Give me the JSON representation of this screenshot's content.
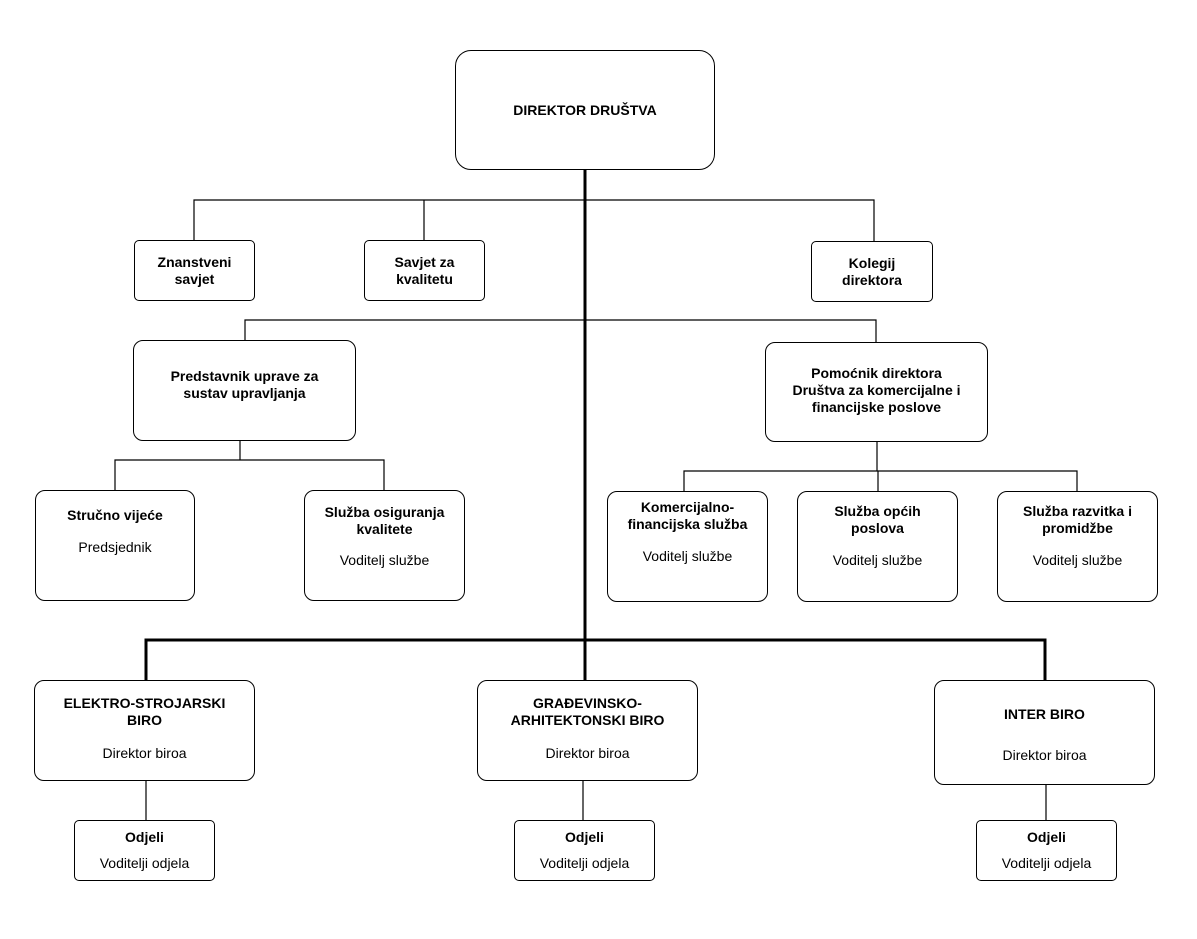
{
  "director": {
    "title": "DIREKTOR DRUŠTVA"
  },
  "councils": {
    "scientific": "Znanstveni\nsavjet",
    "quality": "Savjet za\nkvalitetu",
    "collegium": "Kolegij\ndirektora"
  },
  "management_rep": {
    "title": "Predstavnik uprave za\nsustav upravljanja",
    "children": {
      "expert_council": {
        "title": "Stručno vijeće",
        "subtitle": "Predsjednik"
      },
      "quality_assurance": {
        "title": "Služba osiguranja\nkvalitete",
        "subtitle": "Voditelj službe"
      }
    }
  },
  "assistant_director": {
    "title": "Pomoćnik direktora\nDruštva za komercijalne i\nfinancijske poslove",
    "children": {
      "commercial_financial": {
        "title": "Komercijalno-\nfinancijska služba",
        "subtitle": "Voditelj službe"
      },
      "general_affairs": {
        "title": "Služba općih\nposlova",
        "subtitle": "Voditelj službe"
      },
      "development_promotion": {
        "title": "Služba razvitka i\npromidžbe",
        "subtitle": "Voditelj službe"
      }
    }
  },
  "bureaus": {
    "electro": {
      "title": "ELEKTRO-STROJARSKI\nBIRO",
      "subtitle": "Direktor biroa"
    },
    "construction": {
      "title": "GRAĐEVINSKO-\nARHITEKTONSKI BIRO",
      "subtitle": "Direktor biroa"
    },
    "inter": {
      "title": "INTER BIRO",
      "subtitle": "Direktor biroa"
    }
  },
  "departments": {
    "electro": {
      "title": "Odjeli",
      "subtitle": "Voditelji odjela"
    },
    "construction": {
      "title": "Odjeli",
      "subtitle": "Voditelji odjela"
    },
    "inter": {
      "title": "Odjeli",
      "subtitle": "Voditelji odjela"
    }
  }
}
